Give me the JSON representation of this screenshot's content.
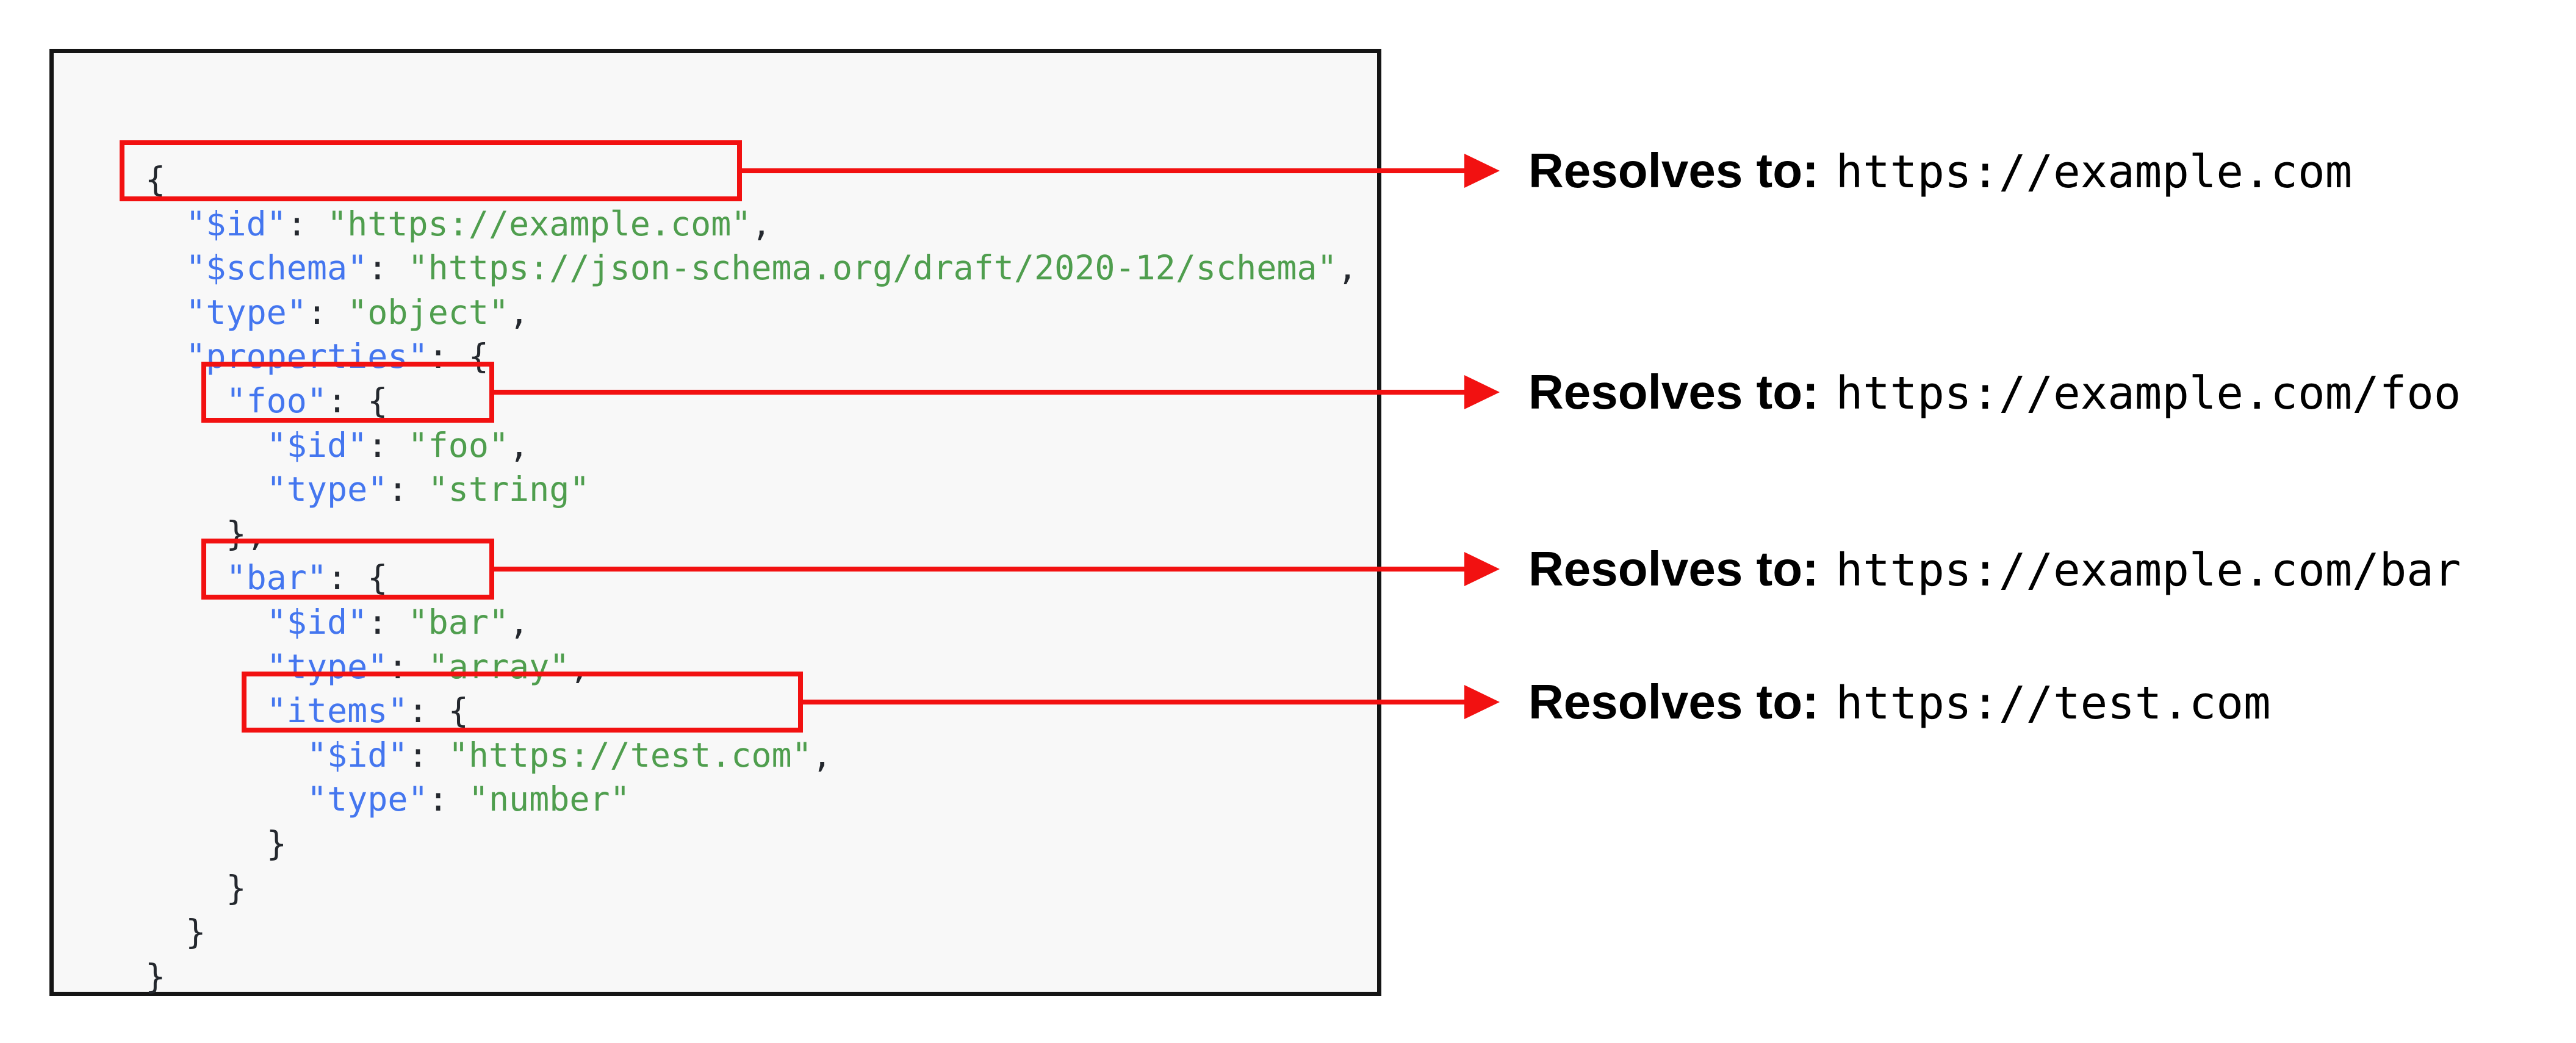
{
  "colors": {
    "highlight_red": "#f21111",
    "key_blue": "#4476ef",
    "string_green": "#4f9e4e",
    "punctuation": "#24282e",
    "code_background": "#f8f8f8",
    "code_border": "#151515"
  },
  "code": {
    "lines": [
      {
        "i": "",
        "k": "",
        "s": "",
        "v": "",
        "t": "{"
      },
      {
        "i": "  ",
        "k": "\"$id\"",
        "s": ": ",
        "v": "\"https://example.com\"",
        "t": ","
      },
      {
        "i": "  ",
        "k": "\"$schema\"",
        "s": ": ",
        "v": "\"https://json-schema.org/draft/2020-12/schema\"",
        "t": ","
      },
      {
        "i": "  ",
        "k": "\"type\"",
        "s": ": ",
        "v": "\"object\"",
        "t": ","
      },
      {
        "i": "  ",
        "k": "\"properties\"",
        "s": ": {",
        "v": "",
        "t": ""
      },
      {
        "i": "    ",
        "k": "\"foo\"",
        "s": ": {",
        "v": "",
        "t": ""
      },
      {
        "i": "      ",
        "k": "\"$id\"",
        "s": ": ",
        "v": "\"foo\"",
        "t": ","
      },
      {
        "i": "      ",
        "k": "\"type\"",
        "s": ": ",
        "v": "\"string\"",
        "t": ""
      },
      {
        "i": "    ",
        "k": "",
        "s": "",
        "v": "",
        "t": "},"
      },
      {
        "i": "    ",
        "k": "\"bar\"",
        "s": ": {",
        "v": "",
        "t": ""
      },
      {
        "i": "      ",
        "k": "\"$id\"",
        "s": ": ",
        "v": "\"bar\"",
        "t": ","
      },
      {
        "i": "      ",
        "k": "\"type\"",
        "s": ": ",
        "v": "\"array\"",
        "t": ","
      },
      {
        "i": "      ",
        "k": "\"items\"",
        "s": ": {",
        "v": "",
        "t": ""
      },
      {
        "i": "        ",
        "k": "\"$id\"",
        "s": ": ",
        "v": "\"https://test.com\"",
        "t": ","
      },
      {
        "i": "        ",
        "k": "\"type\"",
        "s": ": ",
        "v": "\"number\"",
        "t": ""
      },
      {
        "i": "      ",
        "k": "",
        "s": "",
        "v": "",
        "t": "}"
      },
      {
        "i": "    ",
        "k": "",
        "s": "",
        "v": "",
        "t": "}"
      },
      {
        "i": "  ",
        "k": "",
        "s": "",
        "v": "",
        "t": "}"
      },
      {
        "i": "",
        "k": "",
        "s": "",
        "v": "",
        "t": "}"
      }
    ]
  },
  "annotations": [
    {
      "label": "Resolves to:",
      "url": "https://example.com"
    },
    {
      "label": "Resolves to:",
      "url": "https://example.com/foo"
    },
    {
      "label": "Resolves to:",
      "url": "https://example.com/bar"
    },
    {
      "label": "Resolves to:",
      "url": "https://test.com"
    }
  ]
}
